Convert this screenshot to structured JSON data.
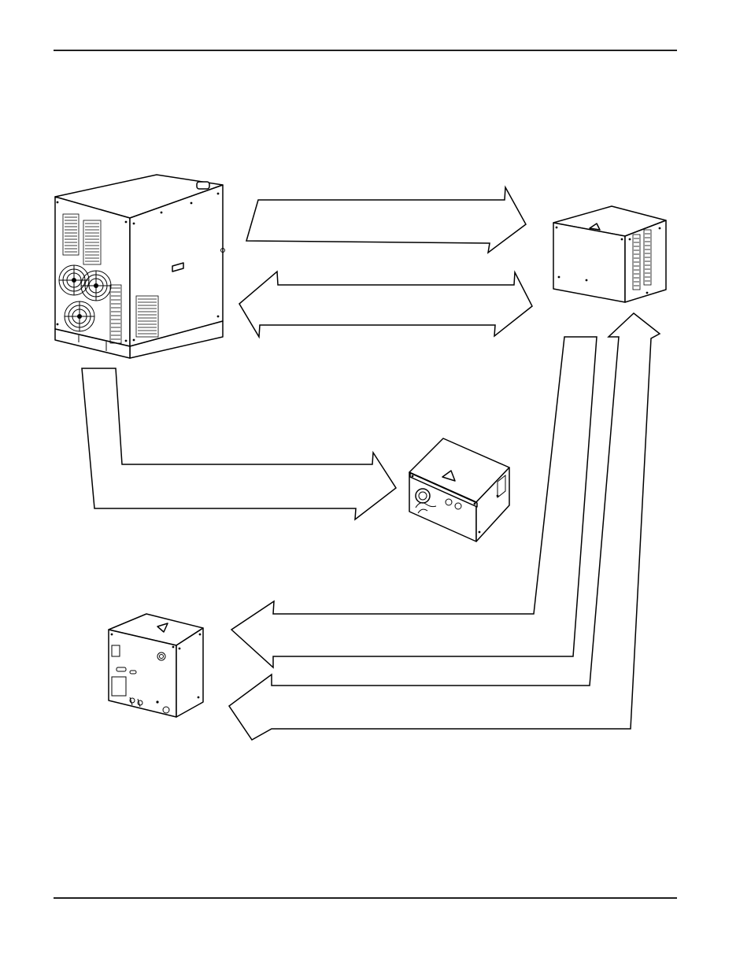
{
  "figure": {
    "units": [
      {
        "id": "power-supply",
        "icon": "power-supply-cabinet-icon"
      },
      {
        "id": "cooler",
        "icon": "cooler-unit-icon"
      },
      {
        "id": "ignition-console",
        "icon": "ignition-console-icon"
      },
      {
        "id": "gas-console",
        "icon": "gas-console-icon"
      }
    ],
    "connections": [
      {
        "from": "power-supply",
        "to": "cooler",
        "style": "single-arrow"
      },
      {
        "from": "power-supply",
        "to": "cooler",
        "style": "double-arrow"
      },
      {
        "from": "power-supply",
        "to": "ignition-console",
        "style": "single-arrow"
      },
      {
        "from": "cooler",
        "to": "gas-console",
        "style": "single-arrow"
      },
      {
        "from": "cooler",
        "to": "gas-console",
        "style": "single-arrow"
      },
      {
        "from": "gas-console",
        "to": "cooler",
        "style": "single-arrow"
      }
    ]
  }
}
